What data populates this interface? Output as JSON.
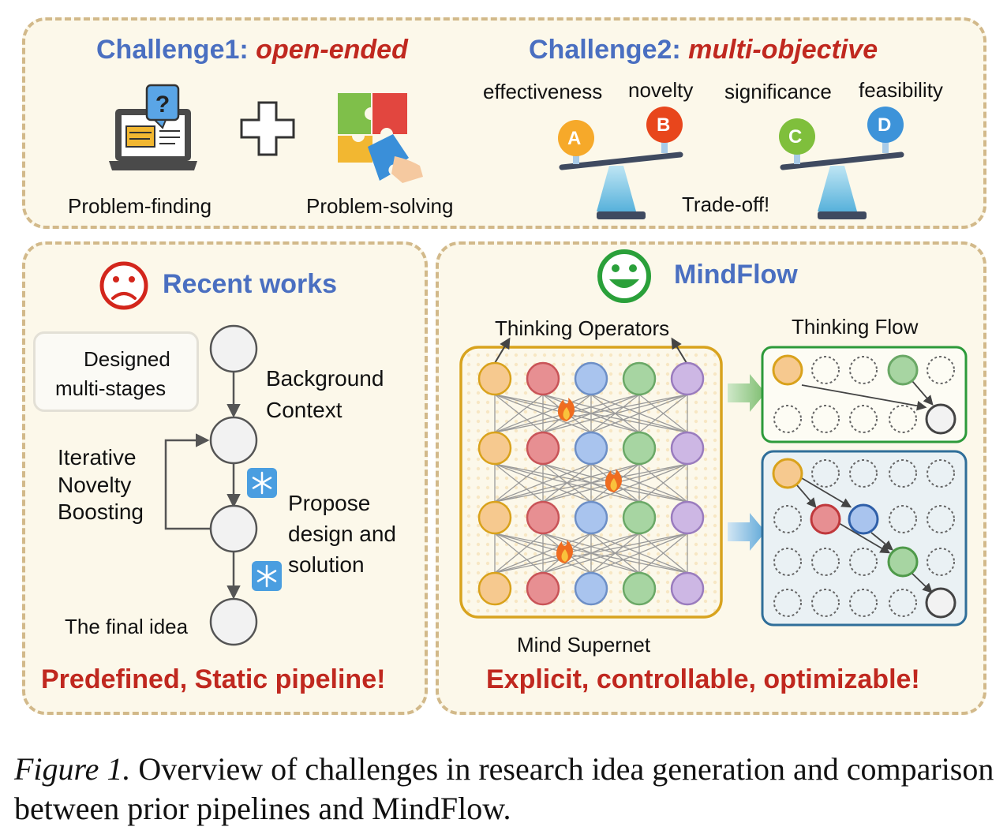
{
  "challenge1": {
    "prefix": "Challenge1:",
    "emph": "open-ended",
    "left_label": "Problem-finding",
    "right_label": "Problem-solving"
  },
  "challenge2": {
    "prefix": "Challenge2:",
    "emph": "multi-objective",
    "objectives": [
      "effectiveness",
      "novelty",
      "significance",
      "feasibility"
    ],
    "badges": [
      "A",
      "B",
      "C",
      "D"
    ],
    "tradeoff": "Trade-off!"
  },
  "recent": {
    "title": "Recent works",
    "legend": [
      "Designed",
      "multi-stages"
    ],
    "steps": [
      "Background",
      "Context",
      "Iterative",
      "Novelty",
      "Boosting",
      "Propose",
      "design and",
      "solution",
      "The final idea"
    ],
    "verdict": "Predefined, Static pipeline!"
  },
  "mindflow": {
    "title": "MindFlow",
    "operators_label": "Thinking Operators",
    "flow_label": "Thinking Flow",
    "supernet_label": "Mind Supernet",
    "verdict": "Explicit, controllable, optimizable!"
  },
  "caption": {
    "fig": "Figure 1.",
    "text": " Overview of challenges in research idea generation and comparison between prior pipelines and MindFlow."
  },
  "colors": {
    "orange": "#f6c98f",
    "red": "#e78f92",
    "blue": "#a9c4ee",
    "green": "#a7d5a2",
    "purple": "#cdb7e4",
    "gold": "#d8a31e",
    "flow_green": "#2c9a3a",
    "flow_blue": "#2f6e99"
  }
}
